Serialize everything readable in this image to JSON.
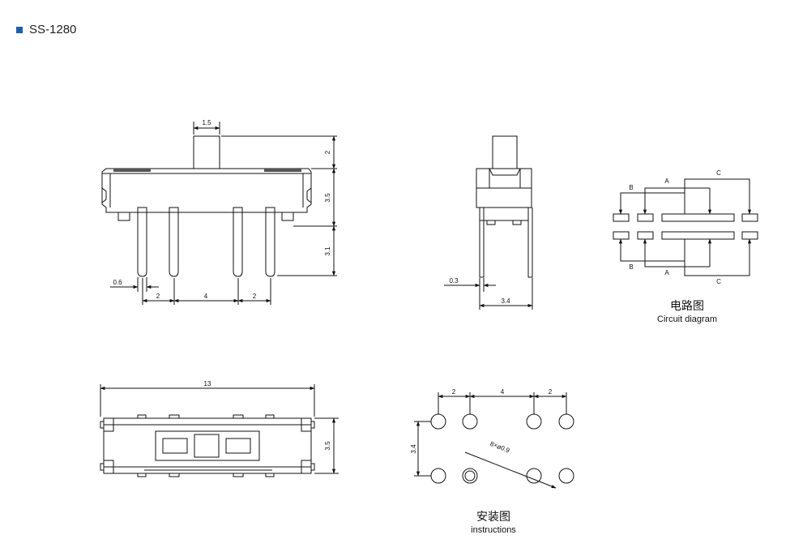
{
  "header": {
    "model": "SS-1280",
    "bullet_color": "#1f5fa8"
  },
  "dimensions": {
    "actuator_width": "1.5",
    "actuator_height": "2",
    "body_height": "3.5",
    "pin_length": "3.1",
    "pin_width_front": "0.6",
    "pitch_left": "2",
    "pitch_center": "4",
    "pitch_right": "2",
    "pin_width_side": "0.3",
    "pin_span_side": "3.4",
    "overall_length": "13",
    "body_height_top": "3.5"
  },
  "circuit": {
    "labels": {
      "top_b": "B",
      "top_a": "A",
      "top_c": "C",
      "bottom_b": "B",
      "bottom_a": "A",
      "bottom_c": "C"
    },
    "caption_cn": "电路图",
    "caption_en": "Circuit diagram"
  },
  "instructions": {
    "pitch_left": "2",
    "pitch_center": "4",
    "pitch_right": "2",
    "row_spacing": "3.4",
    "hole_spec": "8×ø0.9",
    "caption_cn": "安装图",
    "caption_en": "instructions"
  }
}
